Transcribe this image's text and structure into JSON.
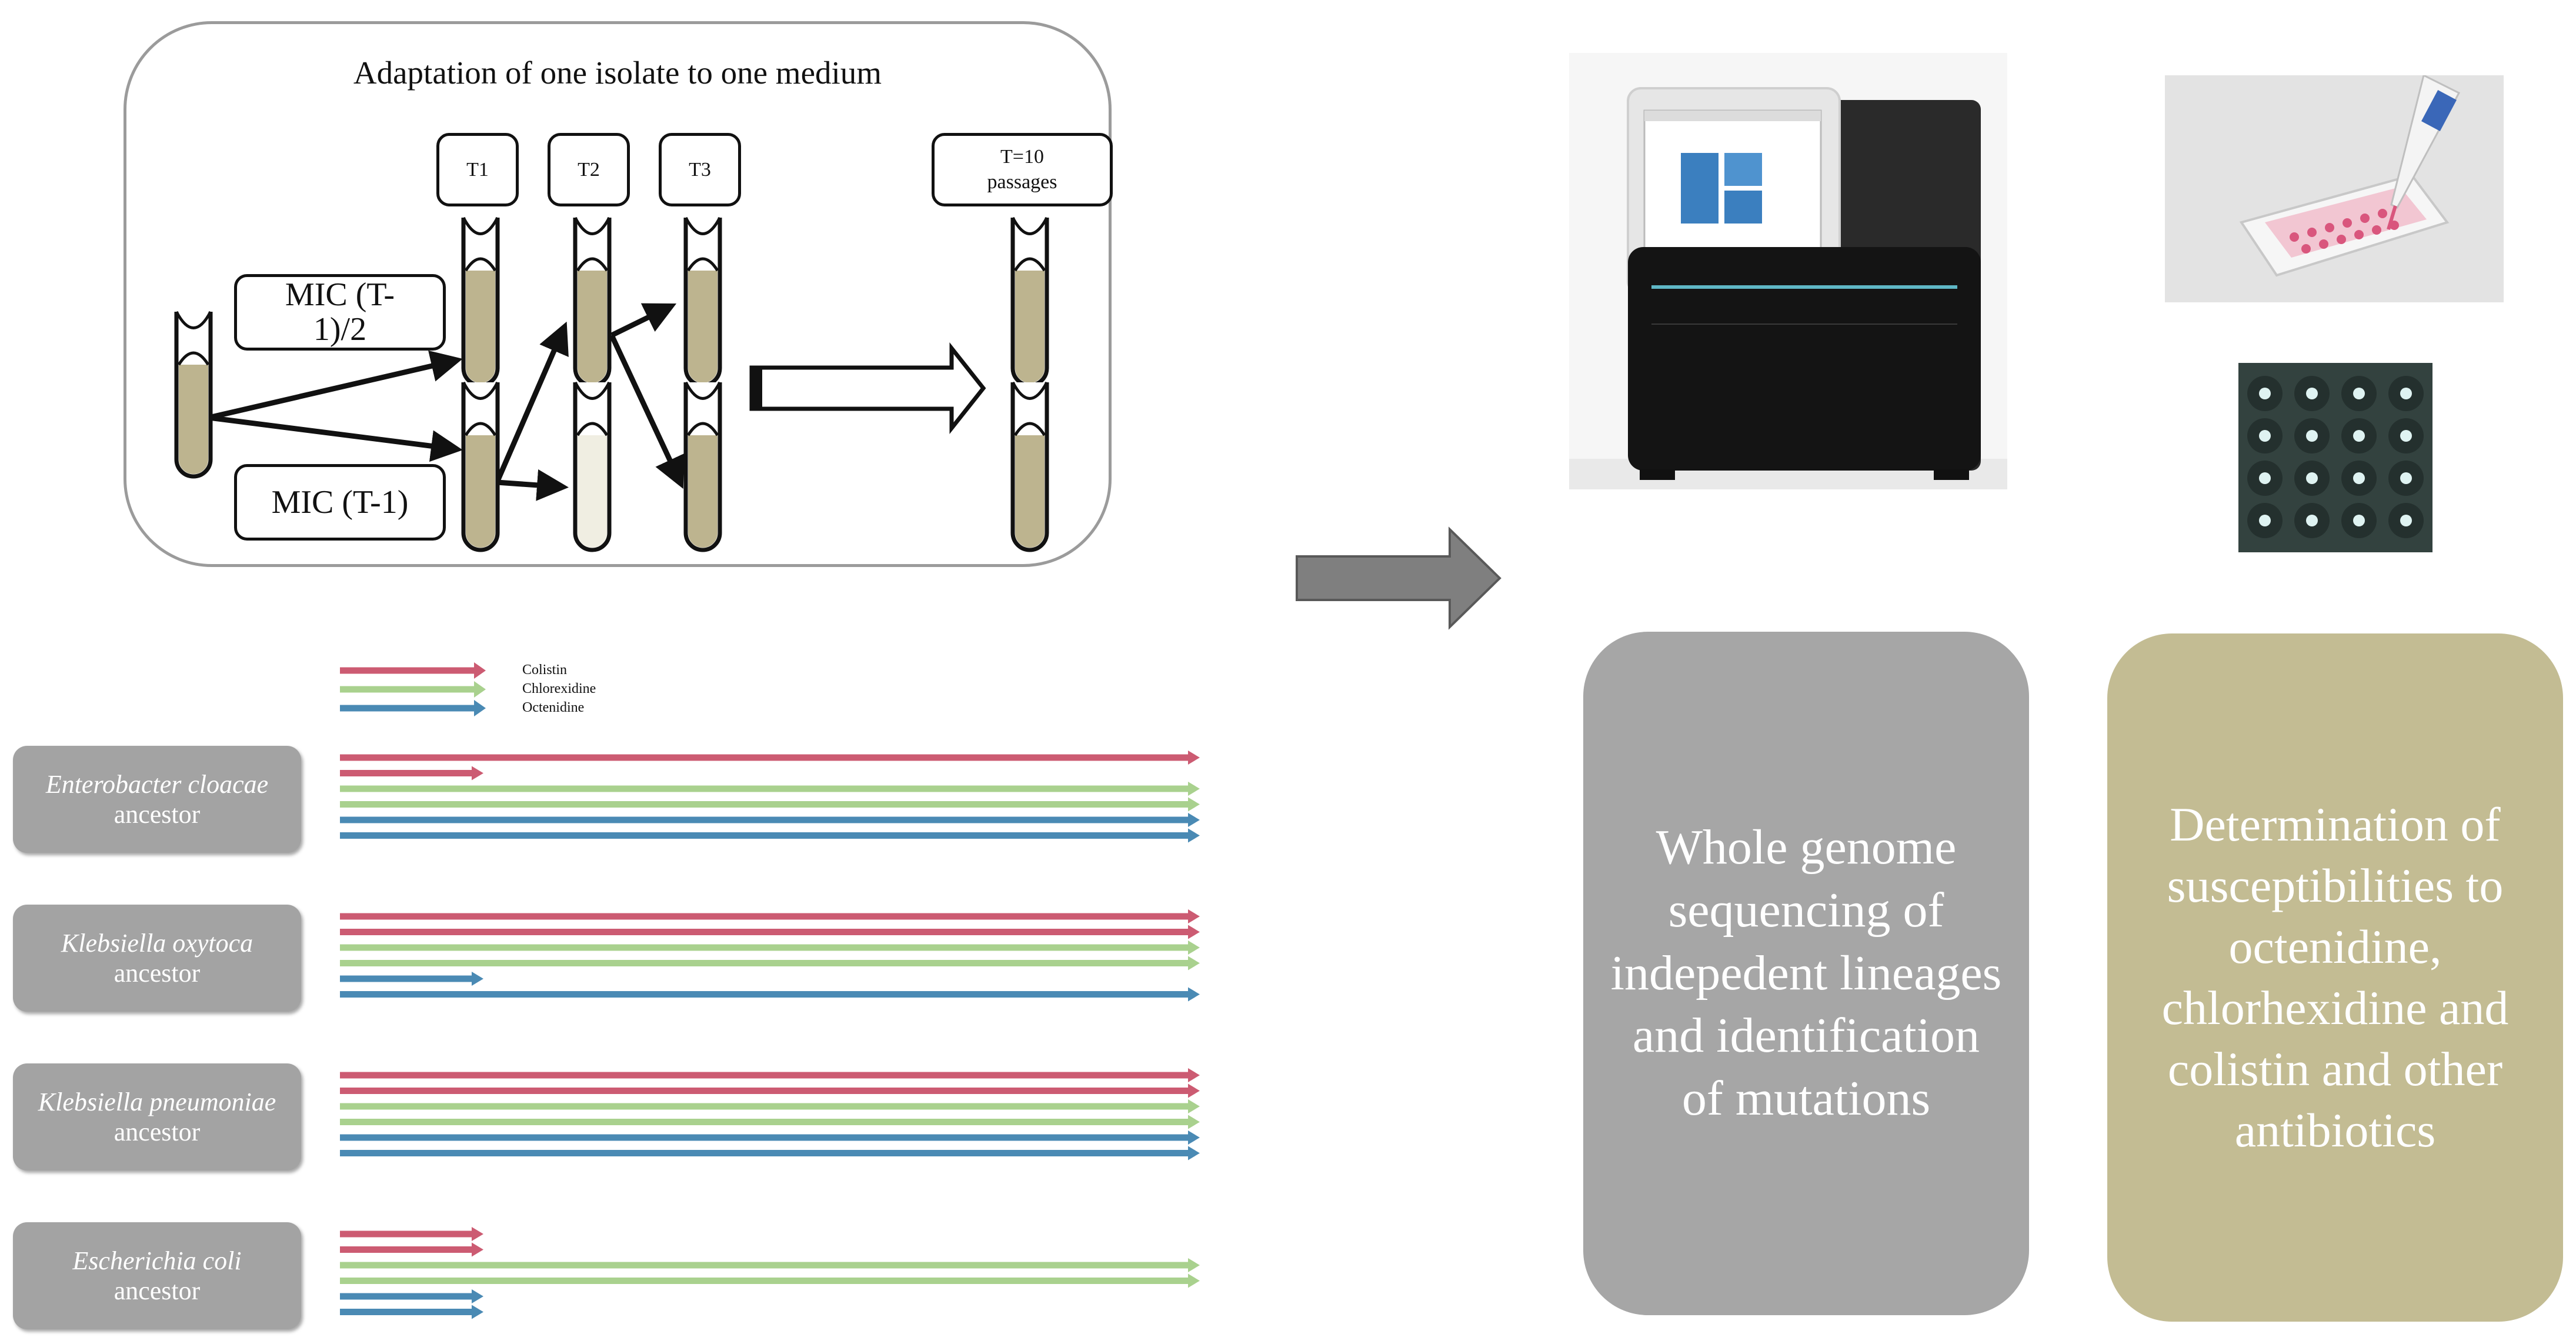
{
  "adaptation": {
    "title": "Adaptation of one isolate to one medium",
    "timepoints": [
      "T1",
      "T2",
      "T3"
    ],
    "final": "T=10 passages",
    "mic_half": "MIC (T-1)/2",
    "mic_full": "MIC (T-1)"
  },
  "legend": {
    "items": [
      {
        "label": "Colistin",
        "color": "#cc5b72"
      },
      {
        "label": "Chlorexidine",
        "color": "#a9d18e"
      },
      {
        "label": "Octenidine",
        "color": "#4a8ab4"
      }
    ]
  },
  "ancestors": [
    {
      "species": "Enterobacter cloacae",
      "suffix": "ancestor"
    },
    {
      "species": "Klebsiella oxytoca",
      "suffix": "ancestor"
    },
    {
      "species": "Klebsiella pneumoniae",
      "suffix": "ancestor"
    },
    {
      "species": "Escherichia coli",
      "suffix": "ancestor"
    }
  ],
  "lineages": [
    [
      {
        "agent": "Colistin",
        "reached": "T=10"
      },
      {
        "agent": "Colistin",
        "reached": "early"
      },
      {
        "agent": "Chlorexidine",
        "reached": "T=10"
      },
      {
        "agent": "Chlorexidine",
        "reached": "T=10"
      },
      {
        "agent": "Octenidine",
        "reached": "T=10"
      },
      {
        "agent": "Octenidine",
        "reached": "T=10"
      }
    ],
    [
      {
        "agent": "Colistin",
        "reached": "T=10"
      },
      {
        "agent": "Colistin",
        "reached": "T=10"
      },
      {
        "agent": "Chlorexidine",
        "reached": "T=10"
      },
      {
        "agent": "Chlorexidine",
        "reached": "T=10"
      },
      {
        "agent": "Octenidine",
        "reached": "early"
      },
      {
        "agent": "Octenidine",
        "reached": "T=10"
      }
    ],
    [
      {
        "agent": "Colistin",
        "reached": "T=10"
      },
      {
        "agent": "Colistin",
        "reached": "T=10"
      },
      {
        "agent": "Chlorexidine",
        "reached": "T=10"
      },
      {
        "agent": "Chlorexidine",
        "reached": "T=10"
      },
      {
        "agent": "Octenidine",
        "reached": "T=10"
      },
      {
        "agent": "Octenidine",
        "reached": "T=10"
      }
    ],
    [
      {
        "agent": "Colistin",
        "reached": "early"
      },
      {
        "agent": "Colistin",
        "reached": "early"
      },
      {
        "agent": "Chlorexidine",
        "reached": "T=10"
      },
      {
        "agent": "Chlorexidine",
        "reached": "T=10"
      },
      {
        "agent": "Octenidine",
        "reached": "early"
      },
      {
        "agent": "Octenidine",
        "reached": "early"
      }
    ]
  ],
  "outcomes": {
    "sequencing": "Whole genome sequencing of indepedent lineages and identification of mutations",
    "susceptibility": "Determination of susceptibilities to octenidine, chlorhexidine and colistin and other antibiotics"
  },
  "colors": {
    "tube_fill": "#bdb48f",
    "tube_fill_light": "#f0eee2",
    "outcome_grey": "#a6a6a6",
    "outcome_khaki": "#c3bc93",
    "ancestor_box": "#a3a3a3",
    "flow_arrow": "#7f7f7f"
  }
}
